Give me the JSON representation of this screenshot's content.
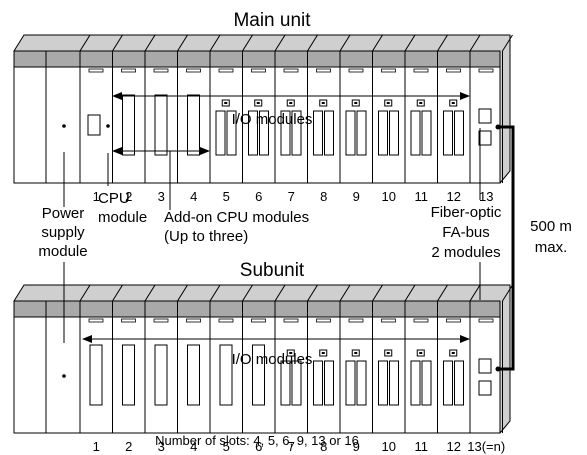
{
  "main_unit": {
    "title": "Main unit",
    "slot_numbers": [
      "1",
      "2",
      "3",
      "4",
      "5",
      "6",
      "7",
      "8",
      "9",
      "10",
      "11",
      "12",
      "13"
    ],
    "io_label": "I/O modules"
  },
  "subunit": {
    "title": "Subunit",
    "slot_numbers": [
      "1",
      "2",
      "3",
      "4",
      "5",
      "6",
      "7",
      "8",
      "9",
      "10",
      "11",
      "12",
      "13(=n)"
    ],
    "io_label": "I/O modules"
  },
  "labels": {
    "power_supply": [
      "Power",
      "supply",
      "module"
    ],
    "cpu": [
      "CPU",
      "module"
    ],
    "addon_cpu": [
      "Add-on CPU modules",
      "(Up to three)"
    ],
    "fiber_optic": [
      "Fiber-optic",
      "FA-bus",
      "2 modules"
    ],
    "distance": [
      "500 m",
      "max."
    ],
    "slot_count": "Number of slots: 4, 5, 6, 9, 13 or 16"
  },
  "colors": {
    "line": "#000000",
    "top_band": "#a9a9a9",
    "top_bevel": "#cfcfcf",
    "body": "#ffffff"
  }
}
